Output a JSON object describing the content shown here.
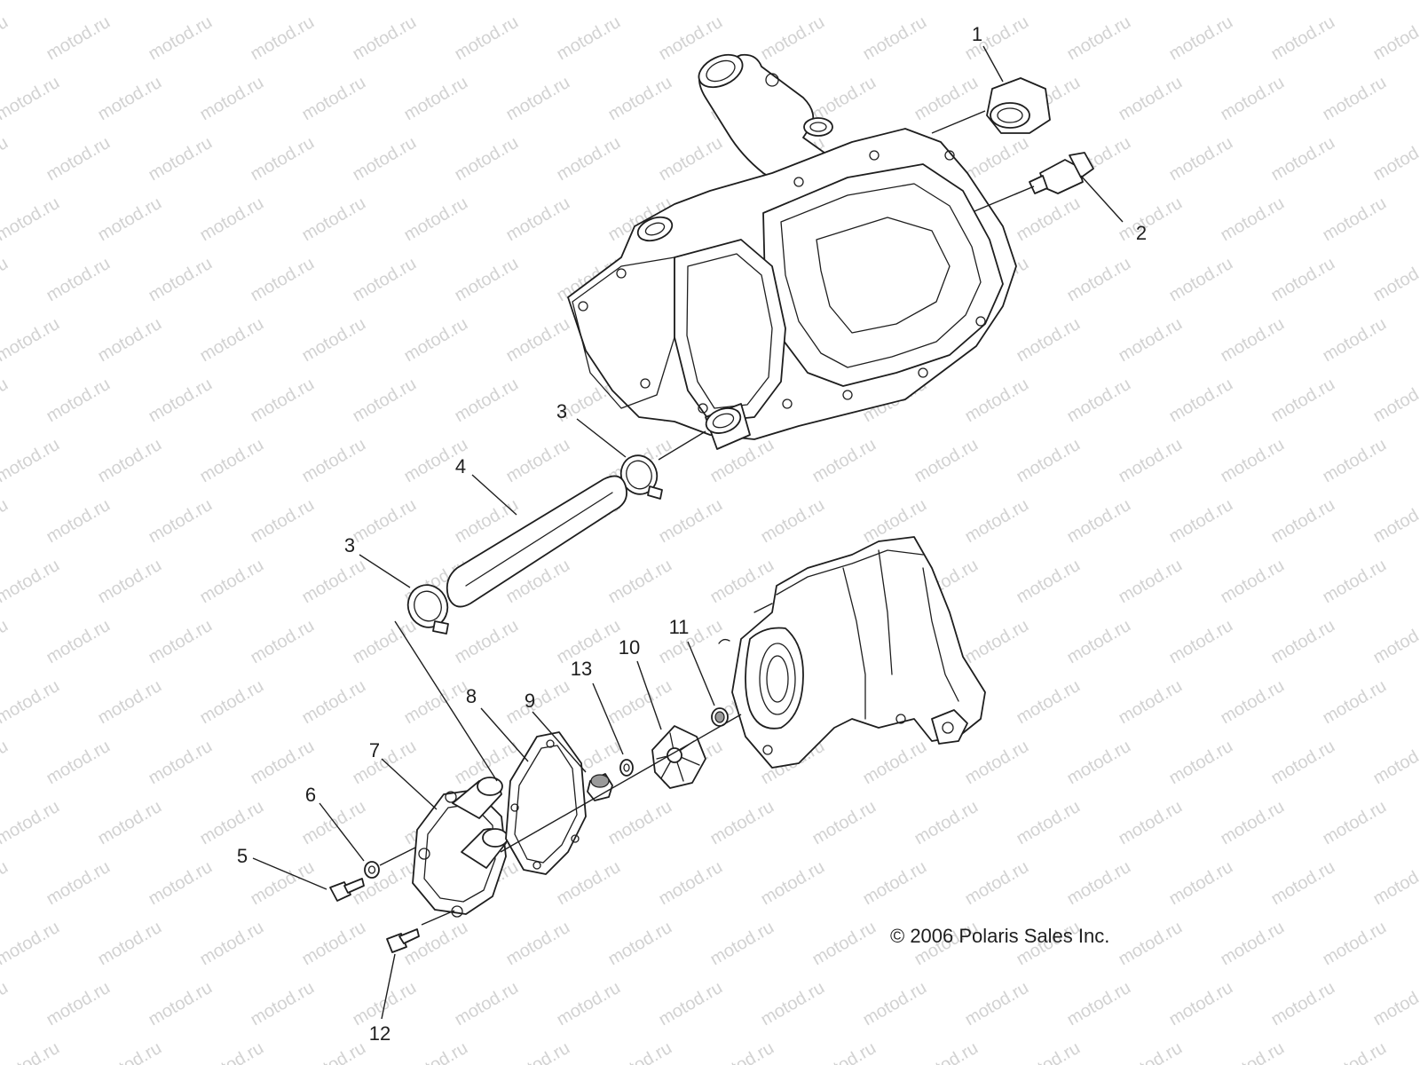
{
  "watermark": "motod.ru",
  "copyright": "© 2006 Polaris Sales Inc.",
  "callouts": {
    "c1": "1",
    "c2": "2",
    "c3a": "3",
    "c3b": "3",
    "c4": "4",
    "c5": "5",
    "c6": "6",
    "c7": "7",
    "c8": "8",
    "c9": "9",
    "c10": "10",
    "c11": "11",
    "c12": "12",
    "c13": "13"
  }
}
